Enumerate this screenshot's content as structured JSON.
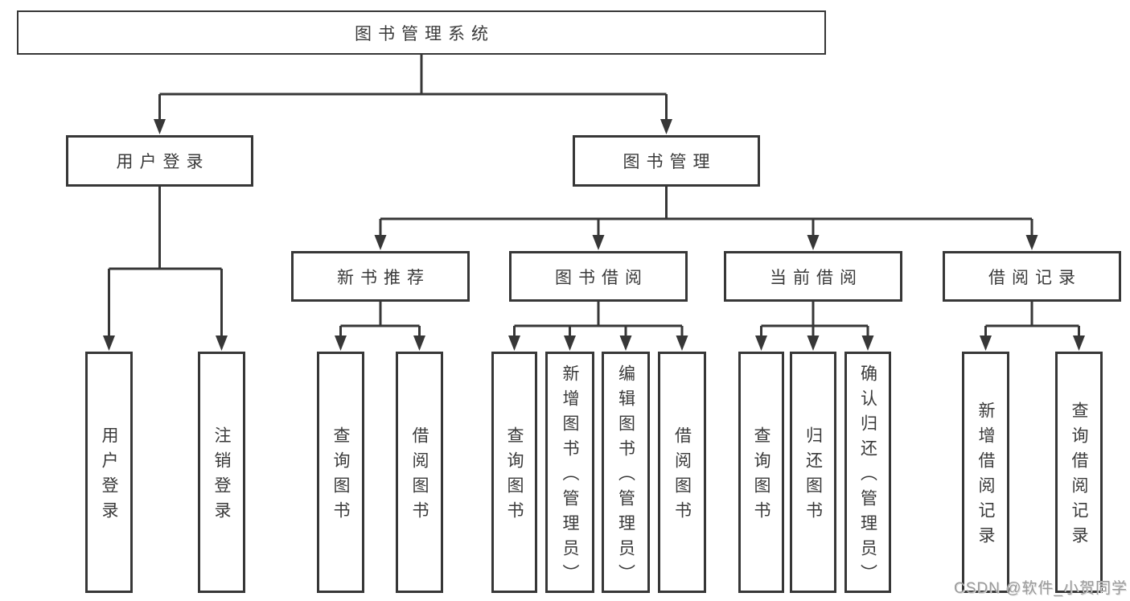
{
  "watermark": "CSDN @软件_小贺同学",
  "colors": {
    "line": "#373737",
    "box_border": "#373737",
    "text": "#3a3a3a",
    "watermark_text": "#9b9b9b",
    "background": "#ffffff"
  },
  "tree": {
    "root": {
      "label": "图书管理系统"
    },
    "level2": [
      {
        "label": "用户登录",
        "children": [
          {
            "label": "用户登录"
          },
          {
            "label": "注销登录"
          }
        ]
      },
      {
        "label": "图书管理",
        "children": [
          {
            "label": "新书推荐",
            "children": [
              {
                "label": "查询图书"
              },
              {
                "label": "借阅图书"
              }
            ]
          },
          {
            "label": "图书借阅",
            "children": [
              {
                "label": "查询图书"
              },
              {
                "label": "新增图书（管理员）"
              },
              {
                "label": "编辑图书（管理员）"
              },
              {
                "label": "借阅图书"
              }
            ]
          },
          {
            "label": "当前借阅",
            "children": [
              {
                "label": "查询图书"
              },
              {
                "label": "归还图书"
              },
              {
                "label": "确认归还（管理员）"
              }
            ]
          },
          {
            "label": "借阅记录",
            "children": [
              {
                "label": "新增借阅记录"
              },
              {
                "label": "查询借阅记录"
              }
            ]
          }
        ]
      }
    ]
  }
}
